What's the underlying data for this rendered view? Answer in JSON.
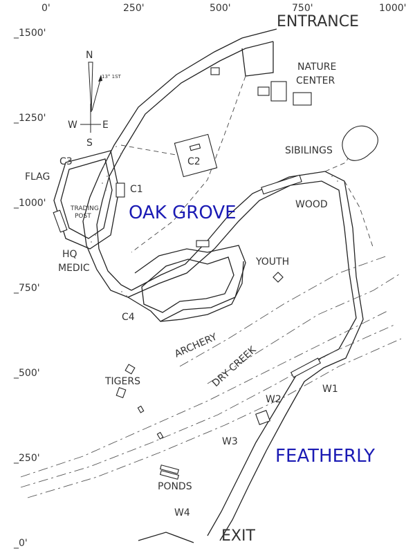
{
  "axes": {
    "x_ticks": [
      "0'",
      "250'",
      "500'",
      "750'",
      "1000'"
    ],
    "y_ticks": [
      "_1500'",
      "_1250'",
      "_1000'",
      "_750'",
      "_500'",
      "_250'",
      "_0'"
    ]
  },
  "compass": {
    "n": "N",
    "s": "S",
    "e": "E",
    "w": "W",
    "declination": "13° 1ST"
  },
  "areas": {
    "oak_grove": "OAK GROVE",
    "featherly": "FEATHERLY"
  },
  "labels": {
    "entrance": "ENTRANCE",
    "nature_center_1": "NATURE",
    "nature_center_2": "CENTER",
    "sibilings": "SIBILINGS",
    "c2": "C2",
    "c3": "C3",
    "flag": "FLAG",
    "c1": "C1",
    "trading_post_1": "TRADING",
    "trading_post_2": "POST",
    "wood": "WOOD",
    "hq": "HQ",
    "medic": "MEDIC",
    "youth": "YOUTH",
    "c4": "C4",
    "archery": "ARCHERY",
    "dry_creek": "DRY CREEK",
    "tigers": "TIGERS",
    "w1": "W1",
    "w2": "W2",
    "w3": "W3",
    "ponds": "PONDS",
    "w4": "W4",
    "exit": "EXIT"
  },
  "colors": {
    "area_label": "#1a1ab4",
    "ink": "#222222"
  }
}
